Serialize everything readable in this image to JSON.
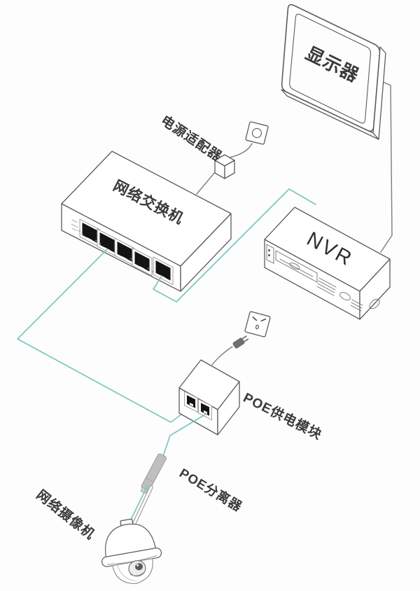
{
  "diagram": {
    "labels": {
      "monitor": "显示器",
      "power_adapter": "电源适配器",
      "switch": "网络交换机",
      "nvr": "NVR",
      "poe_injector": "POE供电模块",
      "poe_splitter": "POE分离器",
      "camera": "网络摄像机"
    },
    "colors": {
      "cable": "#79c8bd",
      "line": "#5c5c5c",
      "splitter_fill": "#bfbfbf",
      "plug_fill": "#6e6e6e",
      "port_fill": "#141414"
    },
    "connections": [
      {
        "from": "wall_outlet_top",
        "to": "power_adapter",
        "type": "power-cord"
      },
      {
        "from": "power_adapter",
        "to": "switch",
        "type": "power-cord"
      },
      {
        "from": "switch_port_2",
        "to": "poe_injector_port_1",
        "type": "ethernet"
      },
      {
        "from": "switch_port_5",
        "to": "nvr",
        "type": "ethernet"
      },
      {
        "from": "wall_outlet_bottom",
        "to": "poe_injector",
        "type": "power-cord"
      },
      {
        "from": "poe_injector_port_2",
        "to": "poe_splitter",
        "type": "ethernet"
      },
      {
        "from": "poe_splitter",
        "to": "camera",
        "type": "ethernet-and-power"
      },
      {
        "from": "nvr",
        "to": "monitor",
        "type": "video-cable"
      }
    ]
  }
}
